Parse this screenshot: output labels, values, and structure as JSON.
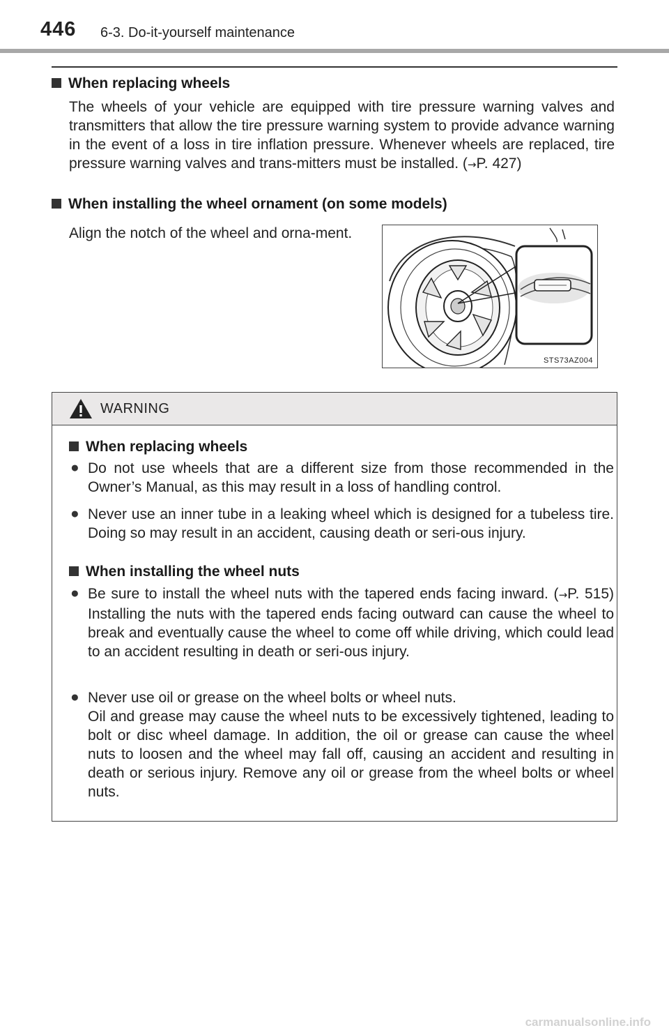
{
  "header": {
    "page_number": "446",
    "section": "6-3. Do-it-yourself maintenance"
  },
  "sections": {
    "replacing": {
      "heading": "When replacing wheels",
      "text_before": "The wheels of your vehicle are equipped with tire pressure warning valves and transmitters that allow the tire pressure warning system to provide advance warning in the event of a loss in tire inflation pressure. Whenever wheels are replaced, tire pressure warning valves and trans-mitters must be installed. (",
      "arrow": "→",
      "text_after": "P. 427)"
    },
    "ornament": {
      "heading": "When installing the wheel ornament (on some models)",
      "text": "Align the notch of the wheel and orna-ment.",
      "figure_code": "STS73AZ004"
    }
  },
  "warning": {
    "title": "WARNING",
    "groups": [
      {
        "heading": "When replacing wheels",
        "items": [
          {
            "text": "Do not use wheels that are a different size from those recommended in the Owner’s Manual, as this may result in a loss of handling control."
          },
          {
            "text": "Never use an inner tube in a leaking wheel which is designed for a tubeless tire. Doing so may result in an accident, causing death or seri-ous injury."
          }
        ]
      },
      {
        "heading": "When installing the wheel nuts",
        "items": [
          {
            "text_before": "Be sure to install the wheel nuts with the tapered ends facing inward. (",
            "arrow": "→",
            "text_after": "P. 515) Installing the nuts with the tapered ends facing outward can cause the wheel to break and eventually cause the wheel to come off while driving, which could lead to an accident resulting in death or seri-ous injury."
          },
          {
            "line1": "Never use oil or grease on the wheel bolts or wheel nuts.",
            "text": "Oil and grease may cause the wheel nuts to be excessively tightened, leading to bolt or disc wheel damage. In addition, the oil or grease can cause the wheel nuts to loosen and the wheel may fall off, causing an accident and resulting in death or serious injury. Remove any oil or grease from the wheel bolts or wheel nuts."
          }
        ]
      }
    ],
    "bullet_glyph": "●"
  },
  "watermark": "carmanualsonline.info"
}
